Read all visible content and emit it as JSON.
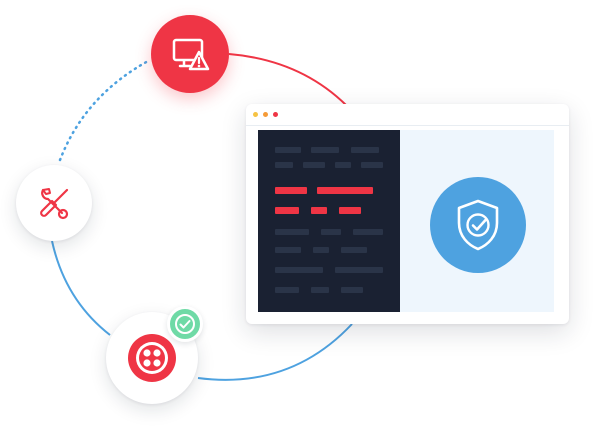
{
  "colors": {
    "accent_red": "#ef3545",
    "accent_blue": "#4ea2e0",
    "success_green": "#6fdaa6",
    "code_background": "#1a2132",
    "code_line": "#2a3448",
    "shield_panel_background": "#eef6fd"
  },
  "nodes": [
    {
      "icon": "monitor-alert-icon",
      "style": "filled-red"
    },
    {
      "icon": "wrench-screwdriver-icon",
      "style": "outline-red-on-white"
    },
    {
      "icon": "twilio-logo-icon",
      "style": "red-on-white",
      "badge": "check-circle-icon"
    }
  ],
  "connector": {
    "top_left_segment": "dotted-blue",
    "top_right_segment": "solid-red",
    "bottom_segment": "solid-blue"
  },
  "window": {
    "control_dots": [
      "#f6c344",
      "#f59b38",
      "#ef3545"
    ],
    "code_panel_icon": "code-lines",
    "highlighted_lines": 2,
    "shield_icon": "shield-check-icon"
  }
}
